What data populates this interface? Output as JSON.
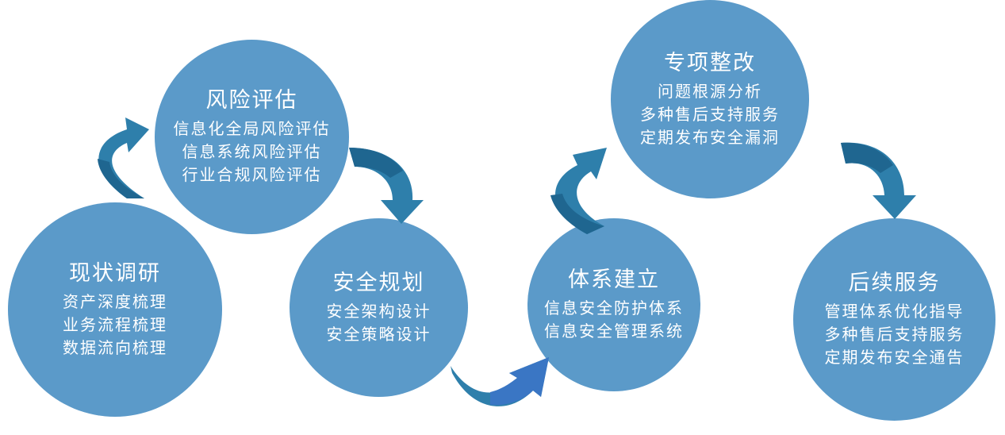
{
  "colors": {
    "circle_fill": "#5b9ac9",
    "arrow_fill": "#2e7fab",
    "arrow_shade": "#1f6690",
    "arrow_bright": "#3a76c4"
  },
  "steps": [
    {
      "title": "现状调研",
      "items": [
        "资产深度梳理",
        "业务流程梳理",
        "数据流向梳理"
      ]
    },
    {
      "title": "风险评估",
      "items": [
        "信息化全局风险评估",
        "信息系统风险评估",
        "行业合规风险评估"
      ]
    },
    {
      "title": "安全规划",
      "items": [
        "安全架构设计",
        "安全策略设计"
      ]
    },
    {
      "title": "体系建立",
      "items": [
        "信息安全防护体系",
        "信息安全管理系统"
      ]
    },
    {
      "title": "专项整改",
      "items": [
        "问题根源分析",
        "多种售后支持服务",
        "定期发布安全漏洞"
      ]
    },
    {
      "title": "后续服务",
      "items": [
        "管理体系优化指导",
        "多种售后支持服务",
        "定期发布安全通告"
      ]
    }
  ],
  "arrows": [
    {
      "from": "现状调研",
      "to": "风险评估"
    },
    {
      "from": "风险评估",
      "to": "安全规划"
    },
    {
      "from": "安全规划",
      "to": "体系建立"
    },
    {
      "from": "体系建立",
      "to": "专项整改"
    },
    {
      "from": "专项整改",
      "to": "后续服务"
    }
  ]
}
